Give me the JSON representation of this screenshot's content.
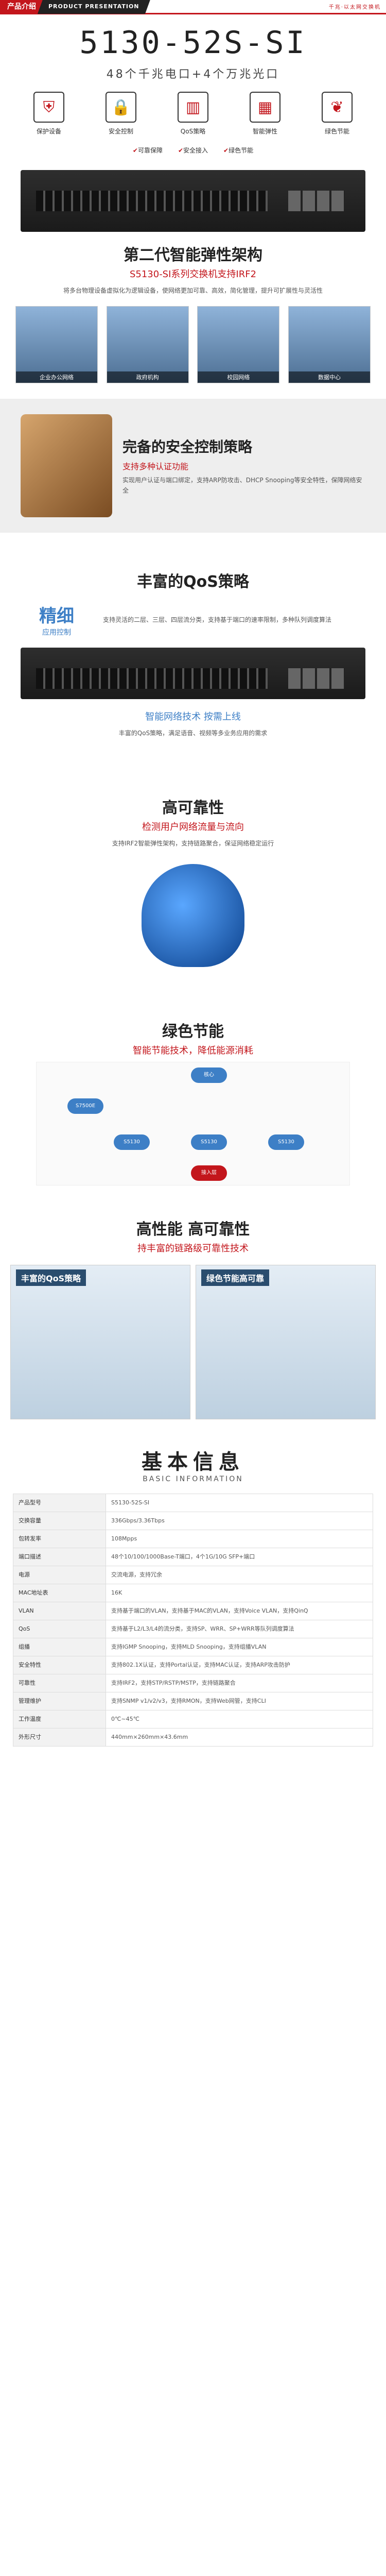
{
  "header": {
    "badge": "产品介绍",
    "en": "PRODUCT PRESENTATION",
    "right": "千兆·以太网交换机"
  },
  "hero": {
    "model": "5130-52S-SI",
    "sub": "48个千兆电口+4个万兆光口",
    "features": [
      {
        "icon": "shield-icon",
        "glyph": "⛨",
        "label": "保护设备"
      },
      {
        "icon": "lock-icon",
        "glyph": "🔒",
        "label": "安全控制"
      },
      {
        "icon": "chart-icon",
        "glyph": "▥",
        "label": "QoS策略"
      },
      {
        "icon": "chip-icon",
        "glyph": "▦",
        "label": "智能弹性"
      },
      {
        "icon": "leaf-icon",
        "glyph": "❦",
        "label": "绿色节能"
      }
    ],
    "checks": [
      "可靠保障",
      "安全接入",
      "绿色节能"
    ]
  },
  "section1": {
    "title": "第二代智能弹性架构",
    "sub": "S5130-SI系列交换机支持IRF2",
    "text": "将多台物理设备虚拟化为逻辑设备，使网络更加可靠、高效，简化管理，提升可扩展性与灵活性",
    "photos": [
      "企业办公网络",
      "政府机构",
      "校园网络",
      "数据中心"
    ]
  },
  "section2": {
    "title": "完备的安全控制策略",
    "sub": "支持多种认证功能",
    "text": "实现用户认证与端口绑定，支持ARP防攻击、DHCP Snooping等安全特性，保障网络安全"
  },
  "section3": {
    "title": "丰富的QoS策略",
    "tag": "精细",
    "tag2": "应用控制",
    "text": "支持灵活的二层、三层、四层流分类，支持基于端口的速率限制，多种队列调度算法",
    "sub": "智能网络技术 按需上线",
    "text2": "丰富的QoS策略，满足语音、视频等多业务应用的需求"
  },
  "section4": {
    "title": "高可靠性",
    "sub": "检测用户网络流量与流向",
    "text": "支持IRF2智能弹性架构，支持链路聚合，保证网络稳定运行"
  },
  "section5": {
    "title": "绿色节能",
    "sub": "智能节能技术，降低能源消耗",
    "nodes": [
      "核心",
      "S7500E",
      "S5130",
      "S5130",
      "S5130",
      "接入层"
    ]
  },
  "section6": {
    "title": "高性能 高可靠性",
    "sub": "持丰富的链路级可靠性技术",
    "card1": "丰富的QoS策略",
    "card2": "绿色节能高可靠"
  },
  "base": {
    "title": "基本信息",
    "en": "BASIC INFORMATION"
  },
  "spec": [
    {
      "k": "产品型号",
      "v": "S5130-52S-SI"
    },
    {
      "k": "交换容量",
      "v": "336Gbps/3.36Tbps"
    },
    {
      "k": "包转发率",
      "v": "108Mpps"
    },
    {
      "k": "端口描述",
      "v": "48个10/100/1000Base-T端口，4个1G/10G SFP+端口"
    },
    {
      "k": "电源",
      "v": "交流电源，支持冗余"
    },
    {
      "k": "MAC地址表",
      "v": "16K"
    },
    {
      "k": "VLAN",
      "v": "支持基于端口的VLAN，支持基于MAC的VLAN，支持Voice VLAN，支持QinQ"
    },
    {
      "k": "QoS",
      "v": "支持基于L2/L3/L4的流分类，支持SP、WRR、SP+WRR等队列调度算法"
    },
    {
      "k": "组播",
      "v": "支持IGMP Snooping，支持MLD Snooping，支持组播VLAN"
    },
    {
      "k": "安全特性",
      "v": "支持802.1X认证，支持Portal认证，支持MAC认证，支持ARP攻击防护"
    },
    {
      "k": "可靠性",
      "v": "支持IRF2，支持STP/RSTP/MSTP，支持链路聚合"
    },
    {
      "k": "管理维护",
      "v": "支持SNMP v1/v2/v3，支持RMON，支持Web网管，支持CLI"
    },
    {
      "k": "工作温度",
      "v": "0℃~45℃"
    },
    {
      "k": "外形尺寸",
      "v": "440mm×260mm×43.6mm"
    }
  ]
}
